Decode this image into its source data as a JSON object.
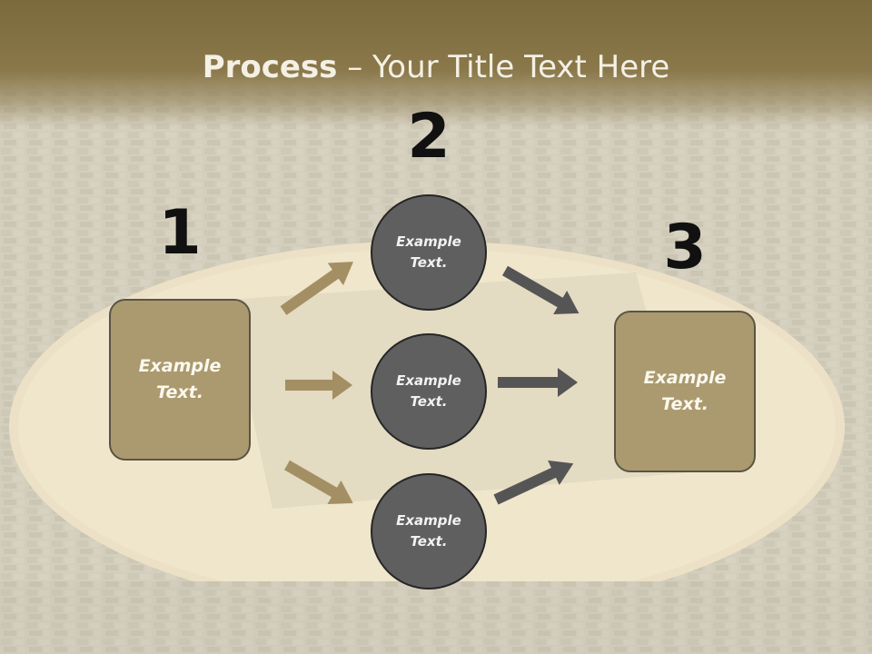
{
  "title": {
    "bold": "Process",
    "rest": " – Your Title Text Here"
  },
  "steps": [
    {
      "number": "1",
      "label": "Example\nText."
    },
    {
      "number": "2"
    },
    {
      "number": "3",
      "label": "Example\nText."
    }
  ],
  "circles": [
    {
      "label": "Example\nText."
    },
    {
      "label": "Example\nText."
    },
    {
      "label": "Example\nText."
    }
  ],
  "colors": {
    "box_fill": "#ab9a6f",
    "circle_fill": "#5f5f5f",
    "left_arrows": "#a38f63",
    "right_arrows": "#555555",
    "title_band": "#7a6a3c"
  }
}
